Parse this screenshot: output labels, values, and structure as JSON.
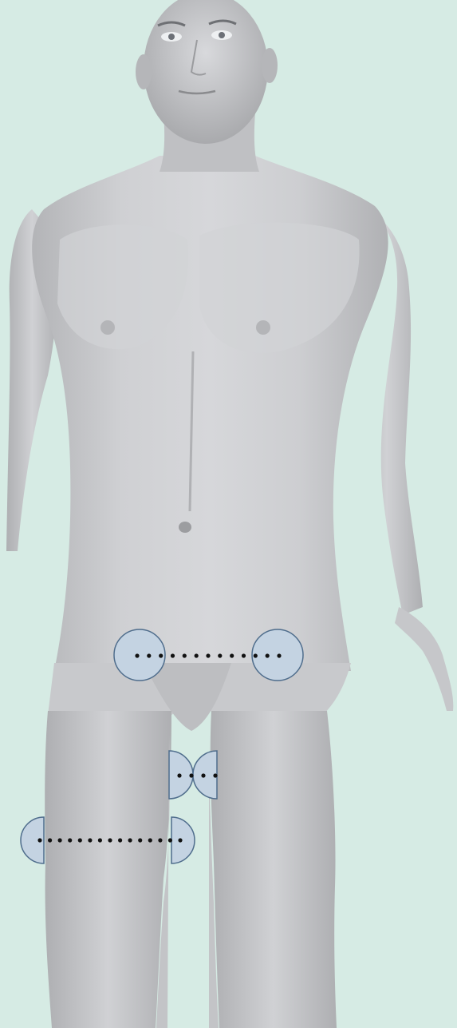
{
  "colors": {
    "background": "#d6ebe4",
    "body_skin": "#c9cacc",
    "body_shadow": "#a9aaad",
    "body_highlight": "#dcdde0",
    "marker_fill": "#c4d3e2",
    "marker_stroke": "#4f6d8c",
    "dot_color": "#111111"
  },
  "markers": [
    {
      "id": "left-hip-landmark",
      "shape": "circle"
    },
    {
      "id": "right-hip-landmark",
      "shape": "circle"
    },
    {
      "id": "inner-left-thigh-landmark",
      "shape": "half-circle"
    },
    {
      "id": "inner-right-thigh-landmark",
      "shape": "half-circle"
    },
    {
      "id": "outer-left-thigh-landmark",
      "shape": "half-circle"
    },
    {
      "id": "inner-left-midthigh-landmark",
      "shape": "half-circle"
    }
  ],
  "measurement_lines": [
    {
      "id": "hip-width-line",
      "style": "dotted"
    },
    {
      "id": "upper-inner-thigh-gap-line",
      "style": "dotted"
    },
    {
      "id": "mid-thigh-width-line",
      "style": "dotted"
    }
  ]
}
